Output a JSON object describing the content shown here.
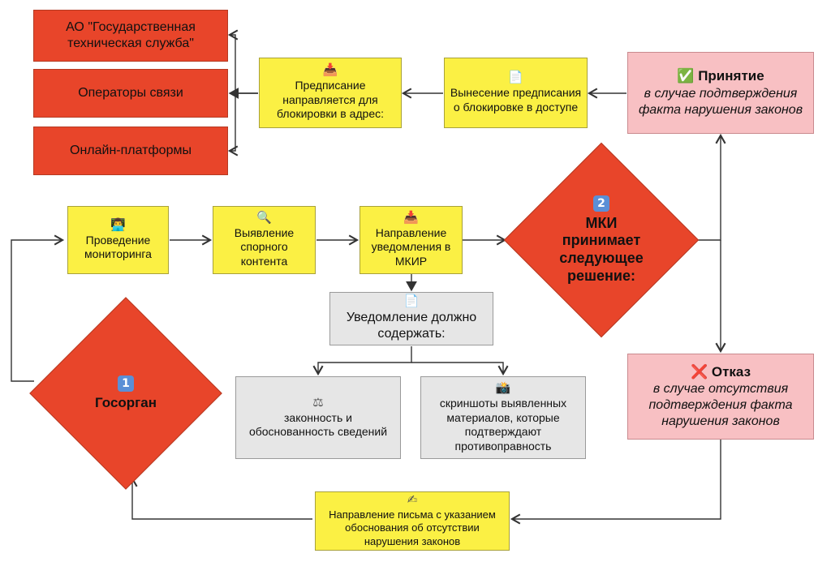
{
  "top_left_targets": [
    "АО \"Государственная техническая служба\"",
    "Операторы связи",
    "Онлайн-платформы"
  ],
  "predpisanie_box": {
    "icon": "📥",
    "text": "Предписание направляется для блокировки в адрес:"
  },
  "vynesenie_box": {
    "icon": "📄",
    "text": "Вынесение предписания о блокировке в доступе"
  },
  "accept_box": {
    "icon": "✅",
    "title": "Принятие",
    "subtitle": "в случае подтверждения факта нарушения законов"
  },
  "reject_box": {
    "icon": "❌",
    "title": "Отказ",
    "subtitle": "в случае отсутствия подтверждения факта нарушения законов"
  },
  "monitoring_box": {
    "icon": "👨‍💻",
    "text": "Проведение мониторинга"
  },
  "vyyavlenie_box": {
    "icon": "🔍",
    "text": "Выявление спорного контента"
  },
  "napravlenie_box": {
    "icon": "📥",
    "text": "Направление уведомления в МКИР"
  },
  "mki_diamond": {
    "badge": "2",
    "text": "МКИ принимает следующее решение:"
  },
  "gosorgan_diamond": {
    "badge": "1",
    "text": "Госорган"
  },
  "notice_box": {
    "icon": "📄",
    "text": "Уведомление должно содержать:"
  },
  "legal_box": {
    "icon": "⚖",
    "text": "законность и обоснованность сведений"
  },
  "screens_box": {
    "icon": "📸",
    "text": "скриншоты выявленных материалов, которые подтверждают противоправность"
  },
  "letter_box": {
    "icon": "✍",
    "text": "Направление письма с указанием обоснования об отсутствии нарушения законов"
  },
  "colors": {
    "red": "#e8452a",
    "yellow": "#fbf044",
    "gray": "#e6e6e6",
    "pink": "#f8c0c3",
    "arrow": "#333333",
    "badge": "#5b8fd6"
  }
}
